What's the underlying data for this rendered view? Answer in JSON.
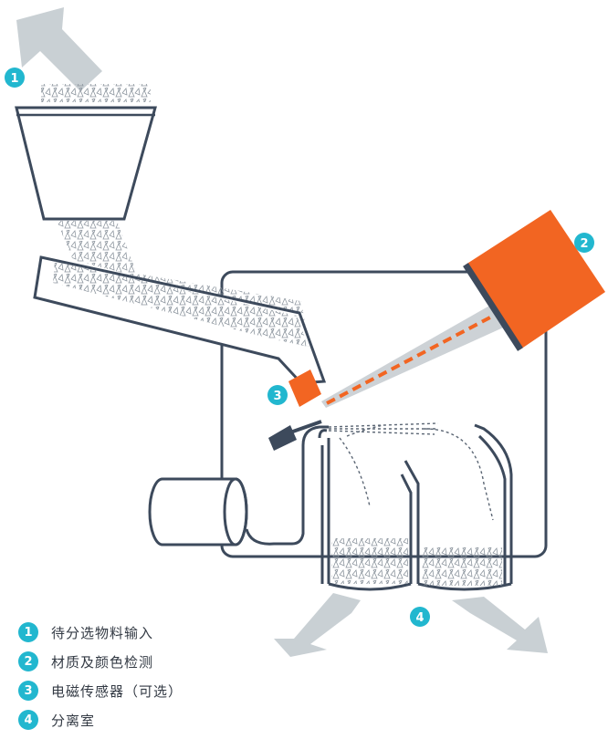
{
  "colors": {
    "outline": "#3d4a5c",
    "accent_orange": "#f26522",
    "badge": "#22b7cf",
    "arrow_gray": "#c9d0d4",
    "beam_gray": "#c8cdd1"
  },
  "callouts": [
    {
      "number": "1",
      "name": "feed-input"
    },
    {
      "number": "2",
      "name": "detector"
    },
    {
      "number": "3",
      "name": "em-sensor"
    },
    {
      "number": "4",
      "name": "separation-chamber"
    }
  ],
  "legend": [
    {
      "number": "1",
      "label": "待分选物料输入"
    },
    {
      "number": "2",
      "label": "材质及颜色检测"
    },
    {
      "number": "3",
      "label": "电磁传感器（可选）"
    },
    {
      "number": "4",
      "label": "分离室"
    }
  ]
}
